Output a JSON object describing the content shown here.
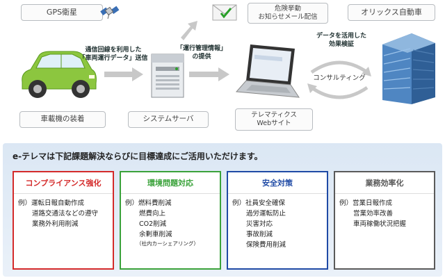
{
  "top": {
    "gps_label": "GPS衛星",
    "alert_label": [
      "危険挙動",
      "お知らせメール配信"
    ],
    "orix_label": "オリックス自動車",
    "send_note": [
      "通信回線を利用した",
      "「車両運行データ」送信"
    ],
    "info_note": [
      "「運行管理情報」",
      "の提供"
    ],
    "verify_note": [
      "データを活用した",
      "効果検証"
    ],
    "consulting_label": "コンサルティング",
    "car_caption": "車載機の装着",
    "server_caption": "システムサーバ",
    "web_caption": [
      "テレマティクス",
      "Webサイト"
    ]
  },
  "bottom": {
    "title": "e-テレマは下記課題解決ならびに目標達成にご活用いただけます。",
    "cards": [
      {
        "title": "コンプライアンス強化",
        "color": "#d42a2a",
        "lines": [
          "例）運転日報自動作成",
          "道路交通法などの遵守",
          "業務外利用削減"
        ]
      },
      {
        "title": "環境問題対応",
        "color": "#3aa23a",
        "lines": [
          "例）燃料費削減",
          "燃費向上",
          "CO2削減",
          "余剰車削減",
          "（社内カーシェアリング）"
        ]
      },
      {
        "title": "安全対策",
        "color": "#1f4aa5",
        "lines": [
          "例）社員安全確保",
          "過労運転防止",
          "災害対応",
          "事故削減",
          "保険費用削減"
        ]
      },
      {
        "title": "業務効率化",
        "color": "#5a5a5a",
        "lines": [
          "例）営業日報作成",
          "営業効率改善",
          "車両稼働状況把握"
        ]
      }
    ]
  }
}
